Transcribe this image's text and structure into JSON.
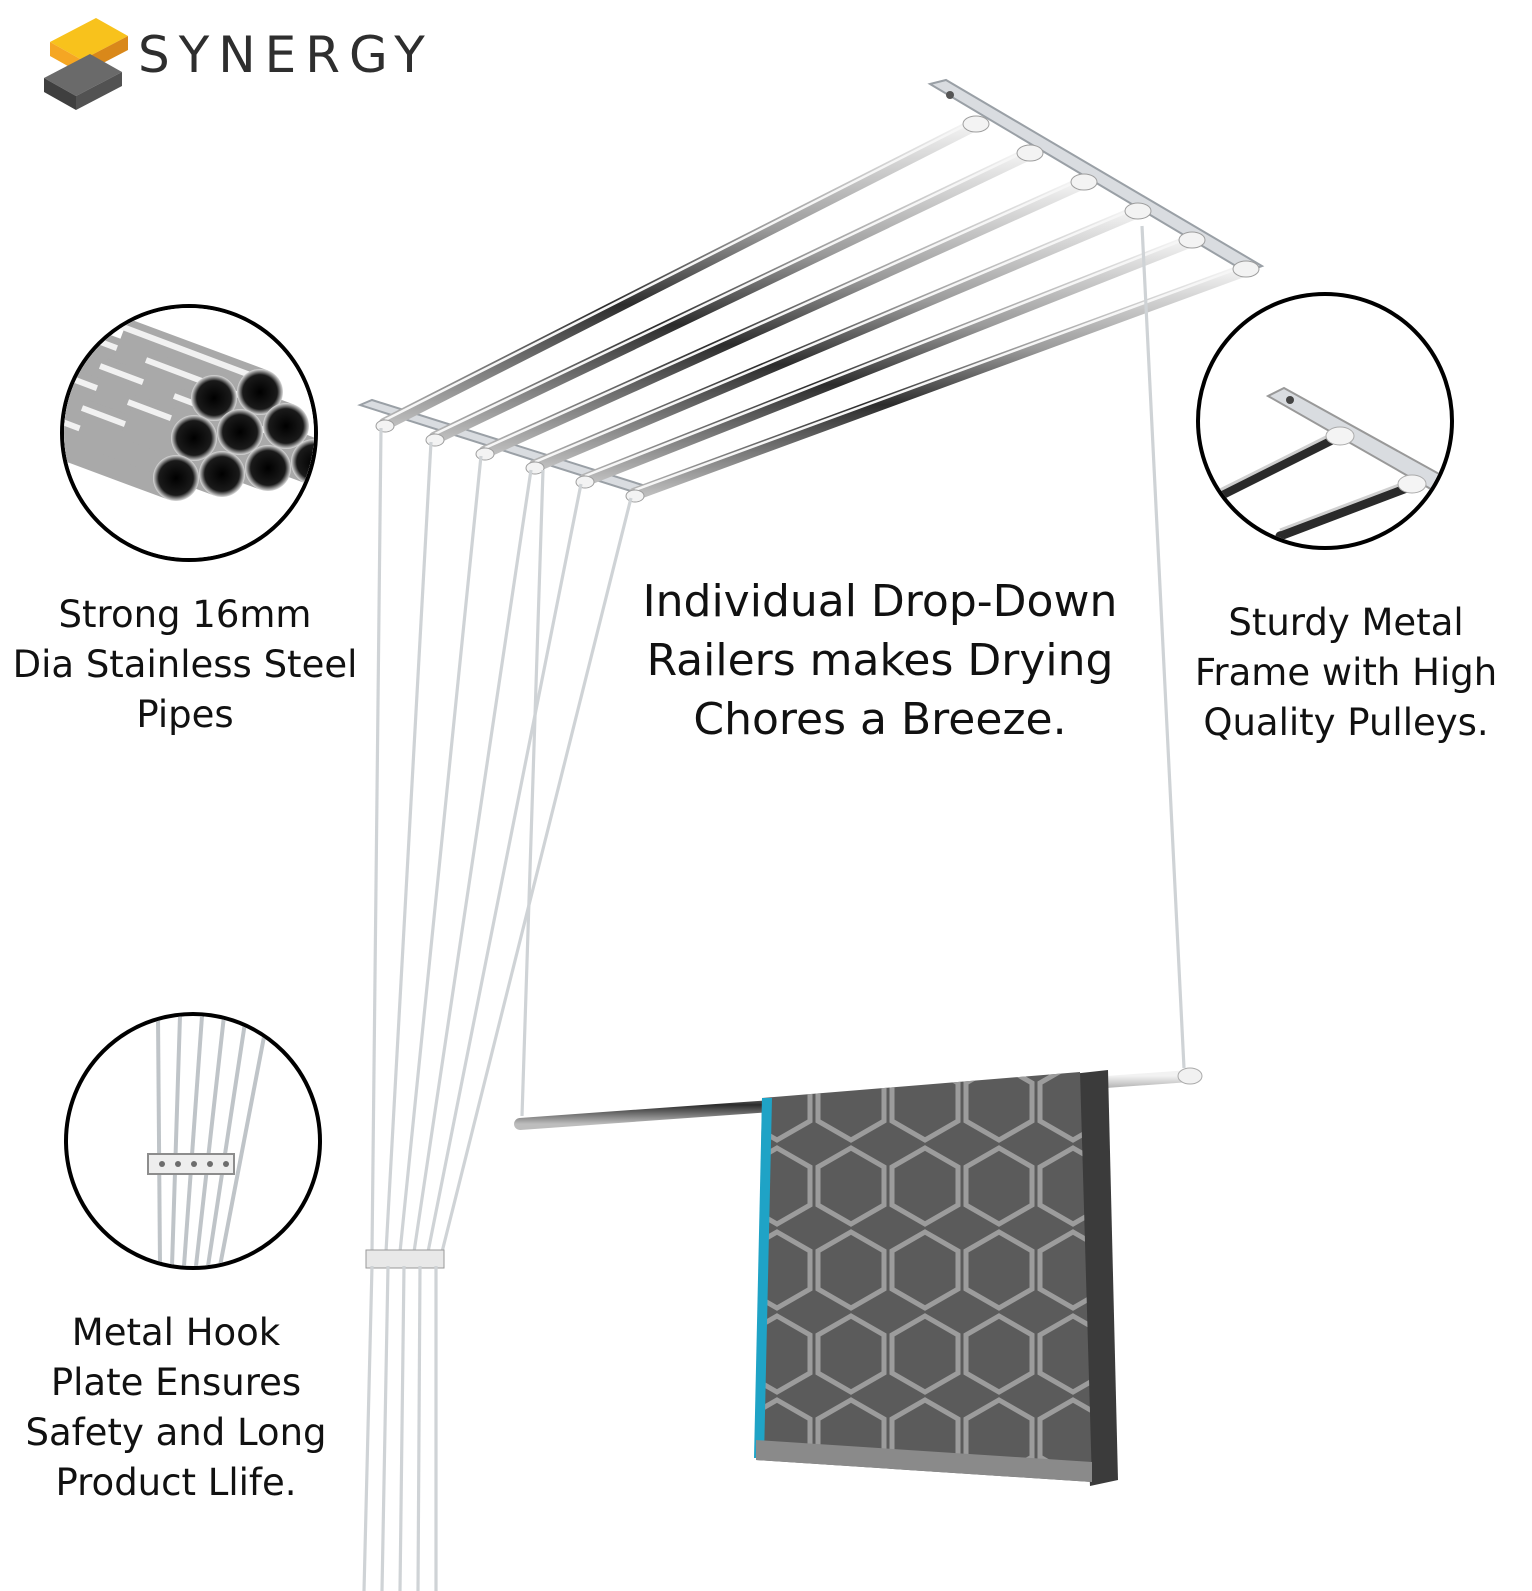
{
  "brand": {
    "name": "SYNERGY",
    "logo_icon": "stacked-s-logo-icon",
    "colors": {
      "orange": "#f5a623",
      "yellow": "#f8c21c",
      "grey": "#4a4a4a",
      "text": "#2e2e2e"
    }
  },
  "features": {
    "pipes": {
      "icon": "steel-pipes-icon",
      "lines": [
        "Strong 16mm",
        "Dia Stainless Steel",
        "Pipes"
      ]
    },
    "drop_down": {
      "lines": [
        "Individual Drop-Down",
        "Railers makes Drying",
        "Chores a Breeze."
      ]
    },
    "frame": {
      "icon": "metal-frame-pulley-icon",
      "lines": [
        "Sturdy Metal",
        "Frame with High",
        "Quality Pulleys."
      ]
    },
    "hook_plate": {
      "icon": "hook-plate-icon",
      "lines": [
        "Metal Hook",
        "Plate Ensures",
        "Safety and Long",
        "Product Llife."
      ]
    }
  },
  "product": {
    "illustration": "ceiling-cloth-drying-hanger",
    "rail_count": 6,
    "towel_color": "#5b5b5b",
    "towel_accent": "#1fa3c6"
  }
}
